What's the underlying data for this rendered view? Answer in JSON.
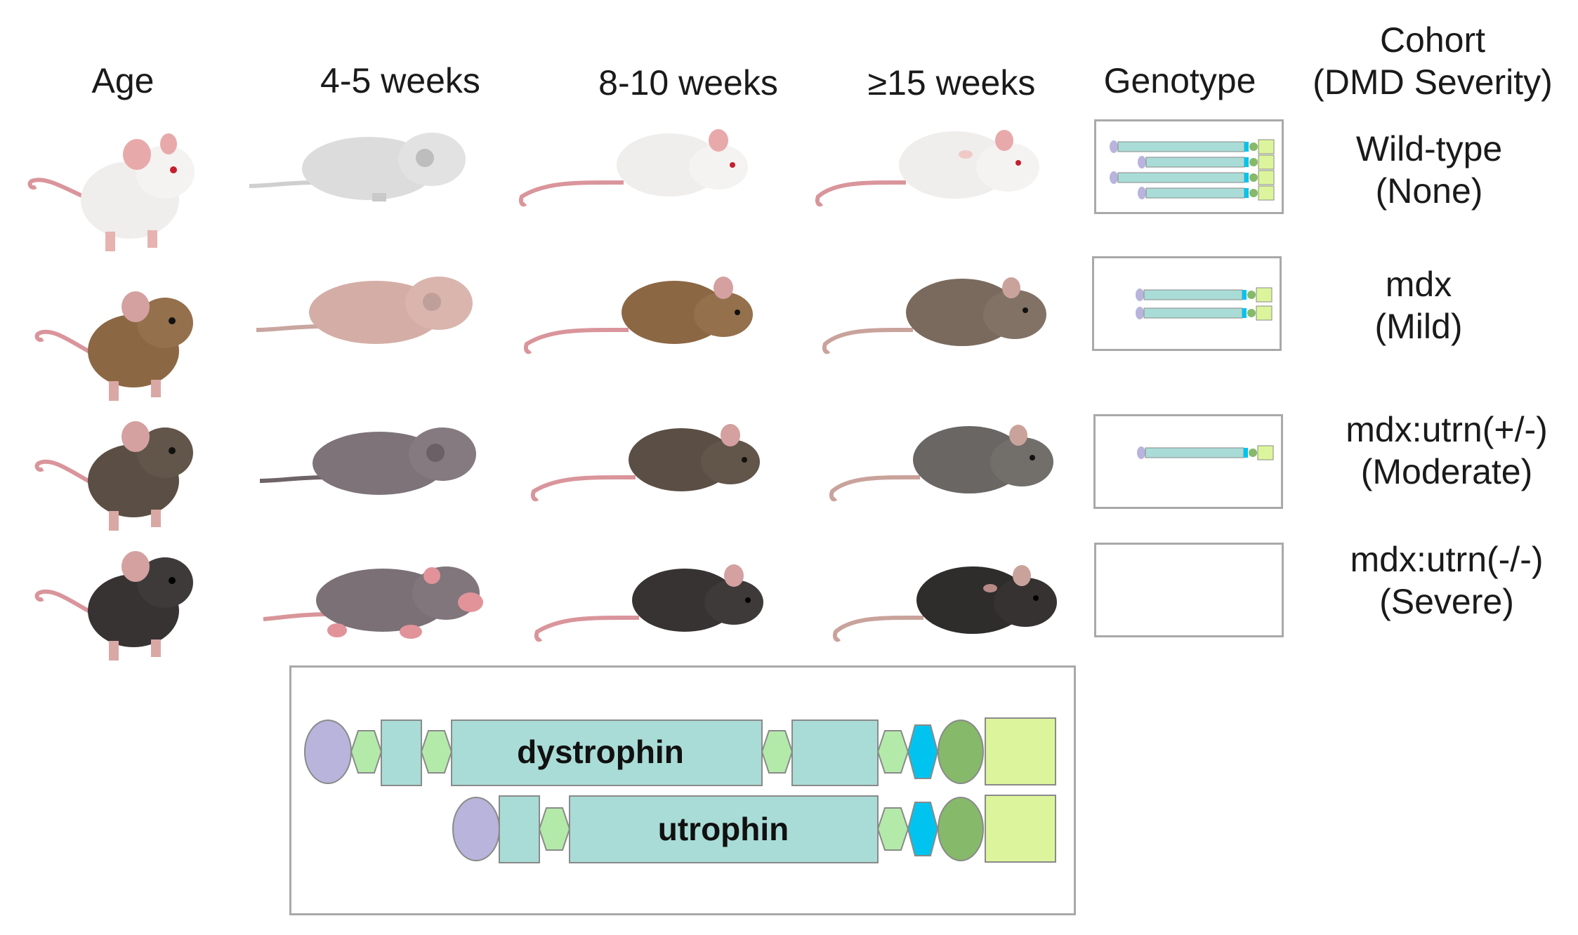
{
  "headers": {
    "age": "Age",
    "w4_5": "4-5 weeks",
    "w8_10": "8-10 weeks",
    "w15": "≥15 weeks",
    "genotype": "Genotype",
    "cohort_line1": "Cohort",
    "cohort_line2": "(DMD Severity)"
  },
  "cohorts": [
    {
      "name": "Wild-type",
      "severity": "(None)"
    },
    {
      "name": "mdx",
      "severity": "(Mild)"
    },
    {
      "name": "mdx:utrn(+/-)",
      "severity": "(Moderate)"
    },
    {
      "name": "mdx:utrn(-/-)",
      "severity": "(Severe)"
    }
  ],
  "legend": {
    "dystrophin": "dystrophin",
    "utrophin": "utrophin"
  },
  "colors": {
    "rod": "#a9dcd6",
    "hexagon": "#b4eaa9",
    "ellipse_n": "#b8b4dc",
    "cyan_hex": "#00c4ef",
    "green_ellipse": "#86b96a",
    "square": "#dcf59c",
    "outline": "#8a8a8a",
    "wt_fur": "#efeeec",
    "mdx_fur": "#8c6744",
    "het_fur": "#5b4e44",
    "ko_fur": "#373333"
  }
}
